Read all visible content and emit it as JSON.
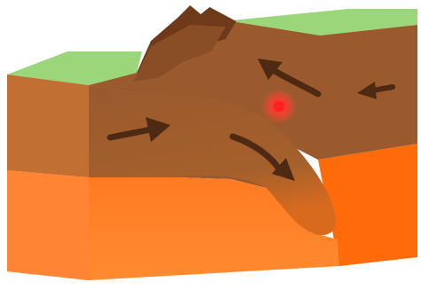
{
  "diagram": {
    "kind": "tectonic-plate-convergent-boundary-block",
    "labels": [],
    "colors": {
      "background": "#ffffff",
      "surface_green": "#9bd77a",
      "crust_top": "#a0602e",
      "crust_front": "#c26f33",
      "crust_dark": "#7f4622",
      "mantle_front": "#ff7a22",
      "mantle_side": "#ff6a0a",
      "arrow": "#4e2a12",
      "hotspot": "#ff2a2a"
    },
    "arrows": [
      {
        "name": "arrow-left-plate-east"
      },
      {
        "name": "arrow-subduction-down"
      },
      {
        "name": "arrow-upper-left"
      },
      {
        "name": "arrow-right-plate-west"
      }
    ],
    "features": [
      "mountain-range",
      "subducting-slab",
      "earthquake-focus"
    ]
  }
}
